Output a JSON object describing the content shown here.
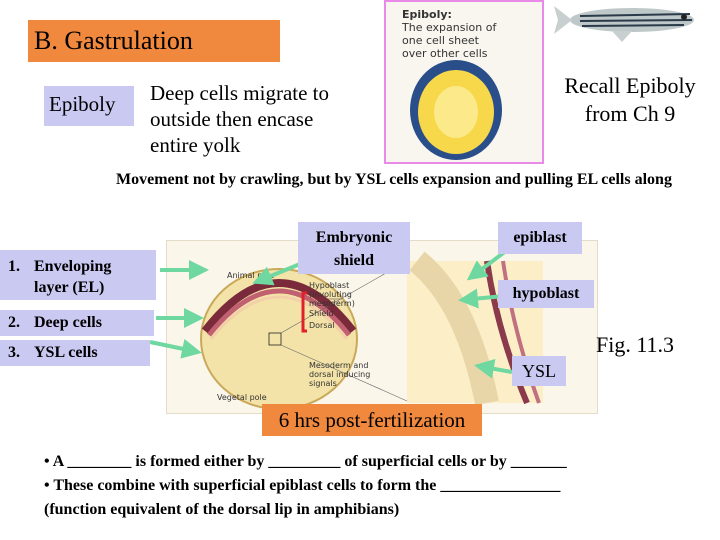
{
  "title": "B. Gastrulation",
  "epiboly_label": "Epiboly",
  "deep_cells_text": [
    "Deep cells migrate to",
    "outside then encase",
    "entire yolk"
  ],
  "inset": {
    "heading": "Epiboly:",
    "caption": "The expansion of one cell sheet over other cells"
  },
  "recall_text": "Recall Epiboly from Ch 9",
  "movement_text": "Movement not by crawling, but by YSL cells expansion and pulling EL cells along",
  "labels": {
    "embryonic_shield": "Embryonic shield",
    "epiblast": "epiblast",
    "hypoblast": "hypoblast",
    "ysl": "YSL",
    "fig": "Fig. 11.3"
  },
  "layers": [
    {
      "number": "1.",
      "text": "Enveloping layer (EL)"
    },
    {
      "number": "2.",
      "text": "Deep cells"
    },
    {
      "number": "3.",
      "text": "YSL cells"
    }
  ],
  "figure_labels": {
    "animal_pole": "Animal pole",
    "hypoblast_note": "Hypoblast (involuting mesoderm)",
    "shield": "Shield",
    "dorsal": "Dorsal",
    "mesoderm_note": "Mesoderm and dorsal inducing signals",
    "vegetal_pole": "Vegetal pole"
  },
  "time_label": "6 hrs post-fertilization",
  "bullets": [
    "• A ________ is formed either by _________ of superficial cells or by _______",
    "• These combine with superficial epiblast cells to form the _______________",
    "(function equivalent of the dorsal lip in amphibians)"
  ],
  "colors": {
    "orange": "#f0883e",
    "lavender": "#c9c9f2",
    "arrow_green": "#6fd8a0",
    "red_bracket": "#e0202a"
  }
}
